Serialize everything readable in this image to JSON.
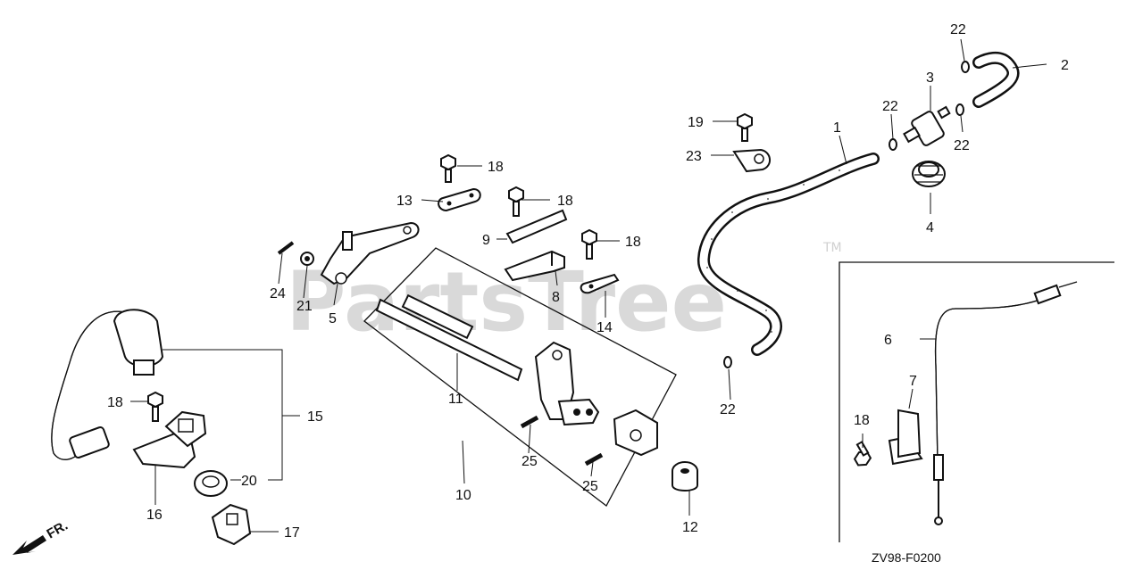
{
  "diagram": {
    "watermark": "PartsTree",
    "trademark": "TM",
    "drawing_code": "ZV98-F0200",
    "direction_label": "FR.",
    "callouts": {
      "c1": "1",
      "c2": "2",
      "c3": "3",
      "c4": "4",
      "c5": "5",
      "c6": "6",
      "c7": "7",
      "c8": "8",
      "c9": "9",
      "c10": "10",
      "c11": "11",
      "c12": "12",
      "c13": "13",
      "c14": "14",
      "c15": "15",
      "c16": "16",
      "c17": "17",
      "c18a": "18",
      "c18b": "18",
      "c18c": "18",
      "c18d": "18",
      "c18e": "18",
      "c19": "19",
      "c20": "20",
      "c21": "21",
      "c22a": "22",
      "c22b": "22",
      "c22c": "22",
      "c22d": "22",
      "c23": "23",
      "c24": "24",
      "c25a": "25",
      "c25b": "25"
    }
  }
}
